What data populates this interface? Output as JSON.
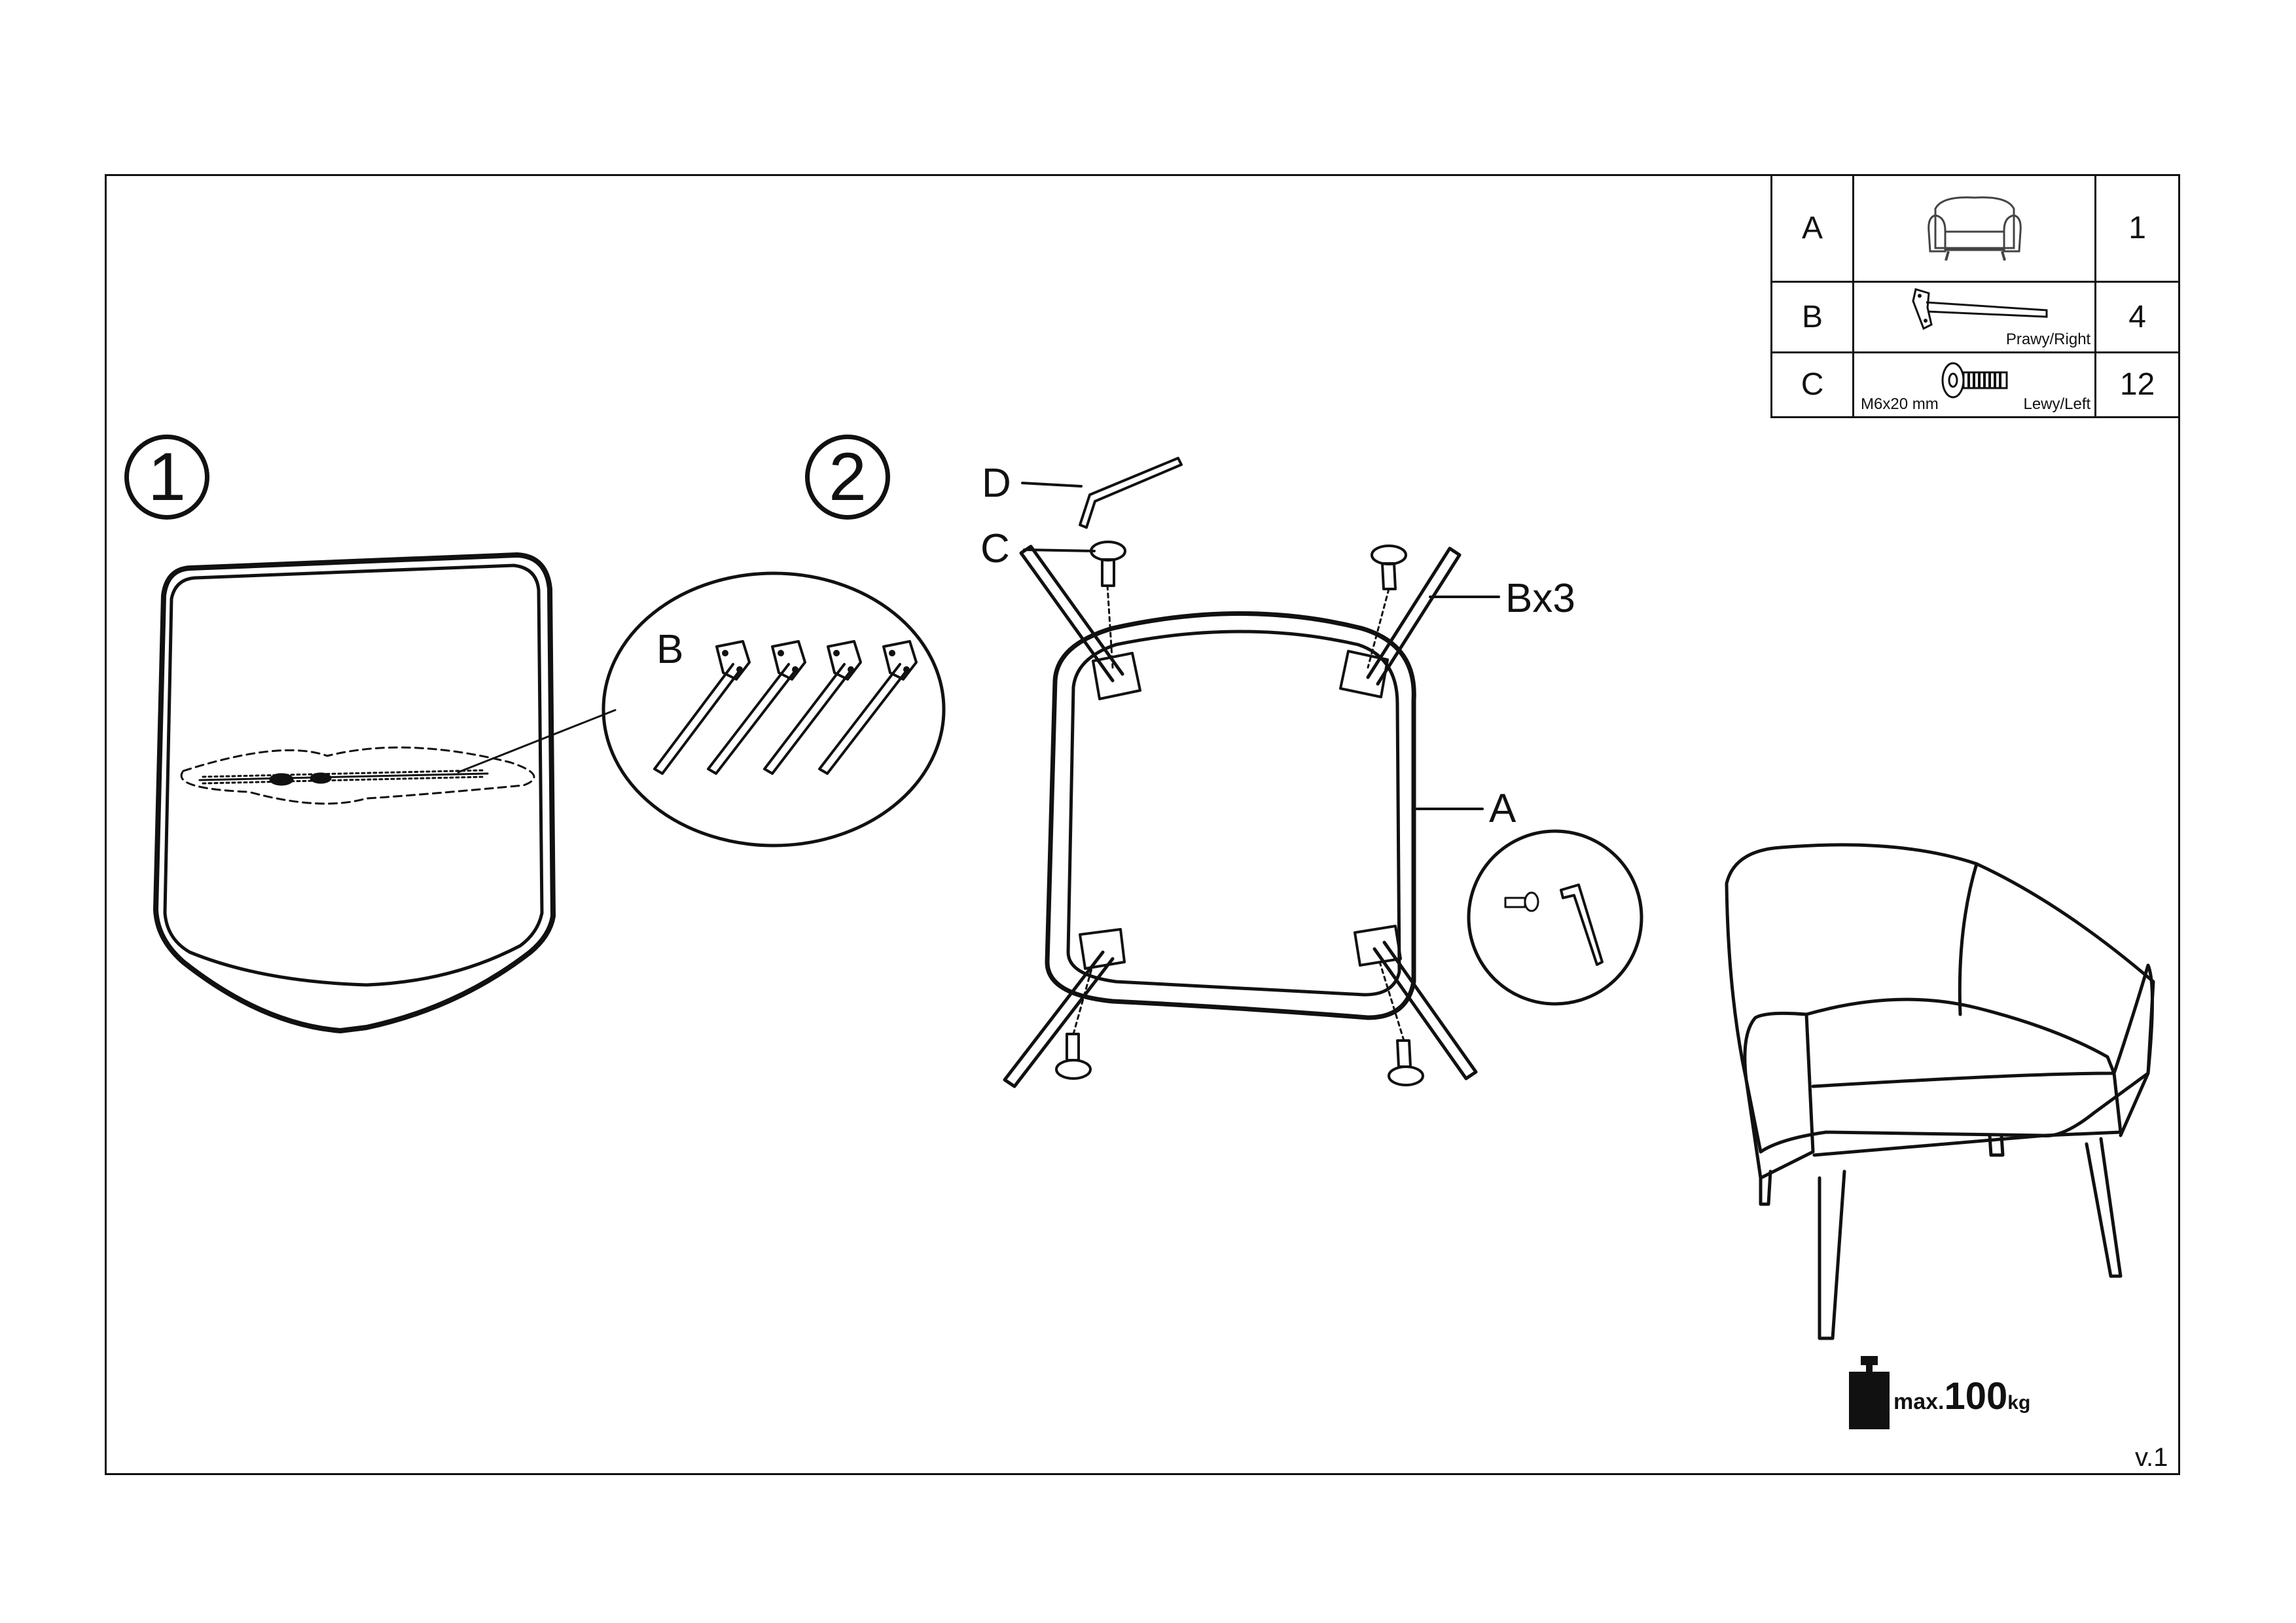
{
  "parts_table": [
    {
      "key": "A",
      "qty": "1",
      "icon": "armchair-icon"
    },
    {
      "key": "B",
      "qty": "4",
      "icon": "leg-icon",
      "note_right": "Prawy/Right"
    },
    {
      "key": "C",
      "qty": "12",
      "icon": "bolt-icon",
      "note_left": "M6x20 mm",
      "note_right": "Lewy/Left"
    }
  ],
  "steps": [
    "1",
    "2"
  ],
  "labels": {
    "b_bag": "B",
    "d": "D",
    "c": "C",
    "bx3": "Bx3",
    "a": "A"
  },
  "weight": {
    "prefix": "max.",
    "value": "100",
    "unit": "kg"
  },
  "version": "v.1"
}
